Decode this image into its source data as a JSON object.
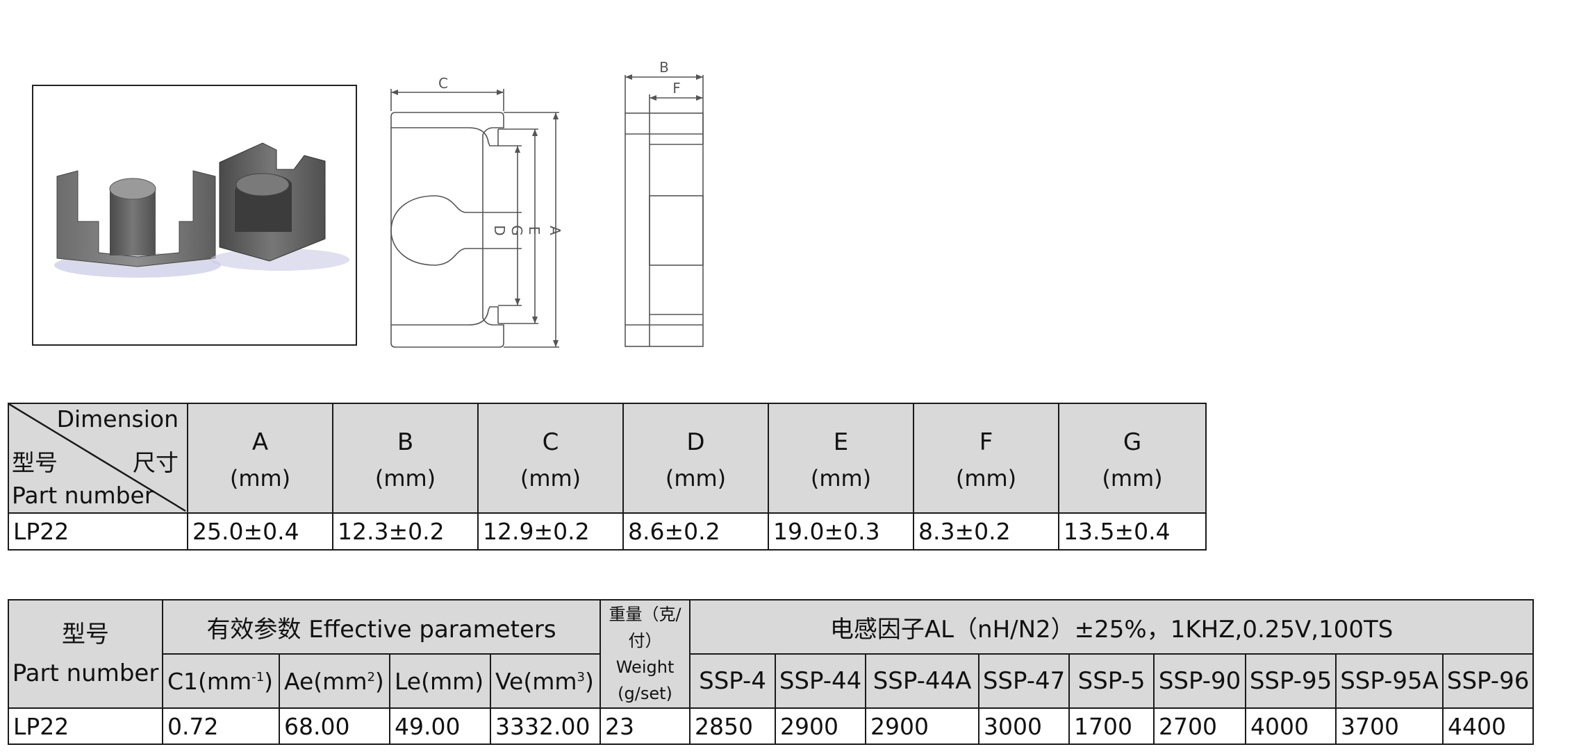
{
  "dimension_table": {
    "corner": {
      "dimension": "Dimension",
      "model_cn": "型号",
      "size_cn": "尺寸",
      "part_number": "Part number"
    },
    "columns": [
      {
        "letter": "A",
        "unit": "(mm)"
      },
      {
        "letter": "B",
        "unit": "(mm)"
      },
      {
        "letter": "C",
        "unit": "(mm)"
      },
      {
        "letter": "D",
        "unit": "(mm)"
      },
      {
        "letter": "E",
        "unit": "(mm)"
      },
      {
        "letter": "F",
        "unit": "(mm)"
      },
      {
        "letter": "G",
        "unit": "(mm)"
      }
    ],
    "rows": [
      {
        "part": "LP22",
        "values": [
          "25.0±0.4",
          "12.3±0.2",
          "12.9±0.2",
          "8.6±0.2",
          "19.0±0.3",
          "8.3±0.2",
          "13.5±0.4"
        ]
      }
    ]
  },
  "param_table": {
    "model_cn": "型号",
    "part_number": "Part number",
    "effective_header": "有效参数 Effective parameters",
    "weight_cn_line1": "重量（克/",
    "weight_cn_line2": "付）",
    "weight_en_line1": "Weight",
    "weight_en_line2": "(g/set)",
    "al_header": "电感因子AL（nH/N2）±25%，1KHZ,0.25V,100TS",
    "c1": {
      "base": "C1(mm",
      "sup": "-1",
      "close": ")"
    },
    "ae": {
      "base": "Ae(mm",
      "sup": "2",
      "close": ")"
    },
    "le": "Le(mm)",
    "ve": {
      "base": "Ve(mm",
      "sup": "3",
      "close": ")"
    },
    "materials": [
      "SSP-4",
      "SSP-44",
      "SSP-44A",
      "SSP-47",
      "SSP-5",
      "SSP-90",
      "SSP-95",
      "SSP-95A",
      "SSP-96"
    ],
    "row": {
      "part": "LP22",
      "c1": "0.72",
      "ae": "68.00",
      "le": "49.00",
      "ve": "3332.00",
      "weight": "23",
      "al": [
        "2850",
        "2900",
        "2900",
        "3000",
        "1700",
        "2700",
        "4000",
        "3700",
        "4400"
      ]
    }
  },
  "drawing_labels": {
    "a": "A",
    "b": "B",
    "c": "C",
    "d": "D",
    "e": "E",
    "f": "F",
    "g": "G"
  }
}
